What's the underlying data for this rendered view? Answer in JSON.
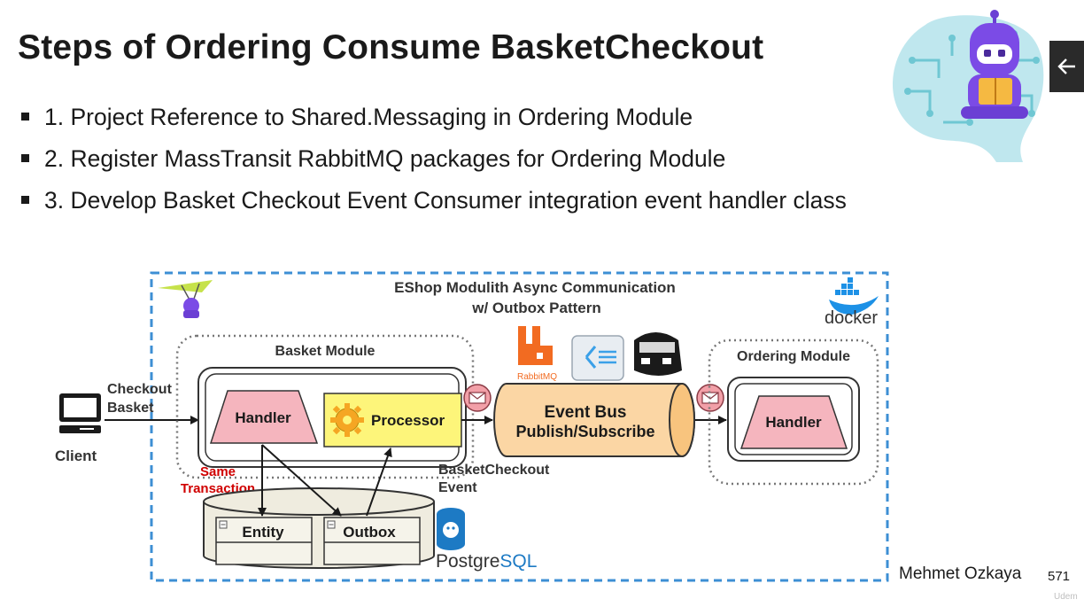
{
  "slide": {
    "title": "Steps of Ordering Consume BasketCheckout",
    "bullets": [
      "1. Project Reference to Shared.Messaging in Ordering Module",
      "2. Register MassTransit RabbitMQ packages for Ordering Module",
      "3. Develop Basket Checkout Event Consumer integration event handler class"
    ],
    "author": "Mehmet Ozkaya",
    "page_number": "571",
    "watermark": "Udem"
  },
  "diagram": {
    "title_line1": "EShop Modulith Async Communication",
    "title_line2": "w/ Outbox Pattern",
    "client": {
      "label": "Client",
      "arrow_line1": "Checkout",
      "arrow_line2": "Basket"
    },
    "basket_module": {
      "label": "Basket Module",
      "handler": "Handler",
      "processor": "Processor"
    },
    "same_transaction_line1": "Same",
    "same_transaction_line2": "Transaction",
    "db": {
      "entity": "Entity",
      "outbox": "Outbox"
    },
    "postgres": {
      "prefix": "Postgre",
      "suffix": "SQL"
    },
    "event_bus_line1": "Event Bus",
    "event_bus_line2": "Publish/Subscribe",
    "event_name_line1": "BasketCheckout",
    "event_name_line2": "Event",
    "rabbitmq": "RabbitMQ",
    "docker": "docker",
    "ordering_module": {
      "label": "Ordering Module",
      "handler": "Handler"
    }
  },
  "colors": {
    "border_dashed": "#3d8fd4",
    "handler_fill": "#f5b5be",
    "processor_fill": "#fdf57a",
    "event_bus_fill": "#fbd6a4",
    "rabbitmq": "#f26b21",
    "same_transaction": "#d00000",
    "envelope_fill": "#f2a0a8",
    "db_fill": "#efecdf"
  }
}
